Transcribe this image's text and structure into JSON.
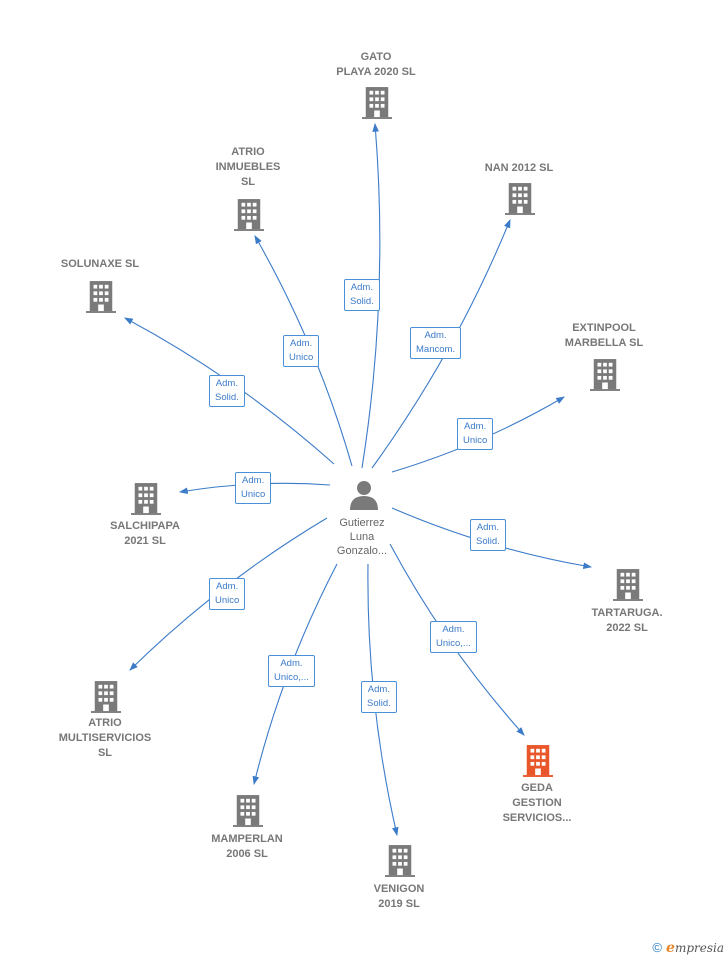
{
  "center": {
    "name": "Gutierrez\nLuna\nGonzalo...",
    "icon": "person-icon"
  },
  "companies": [
    {
      "id": "gato-playa",
      "name": "GATO\nPLAYA 2020  SL",
      "role": "Adm.\nSolid.",
      "highlight": false
    },
    {
      "id": "nan-2012",
      "name": "NAN 2012 SL",
      "role": "Adm.\nMancom.",
      "highlight": false
    },
    {
      "id": "extinpool",
      "name": "EXTINPOOL\nMARBELLA  SL",
      "role": "Adm.\nUnico",
      "highlight": false
    },
    {
      "id": "tartaruga",
      "name": "TARTARUGA.\n2022  SL",
      "role": "Adm.\nSolid.",
      "highlight": false
    },
    {
      "id": "geda",
      "name": "GEDA\nGESTION\nSERVICIOS...",
      "role": "Adm.\nUnico,...",
      "highlight": true
    },
    {
      "id": "venigon",
      "name": "VENIGON\n2019  SL",
      "role": "Adm.\nSolid.",
      "highlight": false
    },
    {
      "id": "mamperlan",
      "name": "MAMPERLAN\n2006 SL",
      "role": "Adm.\nUnico,...",
      "highlight": false
    },
    {
      "id": "atrio-multi",
      "name": "ATRIO\nMULTISERVICIOS\nSL",
      "role": "Adm.\nUnico",
      "highlight": false
    },
    {
      "id": "salchipapa",
      "name": "SALCHIPAPA\n2021  SL",
      "role": "Adm.\nUnico",
      "highlight": false
    },
    {
      "id": "solunaxe",
      "name": "SOLUNAXE  SL",
      "role": "Adm.\nSolid.",
      "highlight": false
    },
    {
      "id": "atrio-inmuebles",
      "name": "ATRIO\nINMUEBLES\nSL",
      "role": "Adm.\nUnico",
      "highlight": false
    }
  ],
  "colors": {
    "edge": "#3b7bc8",
    "building": "#7a7a7a",
    "building_highlight": "#e8562a",
    "person": "#7a7a7a"
  },
  "footer": {
    "copyright": "©",
    "brand_initial": "e",
    "brand_rest": "mpresia"
  }
}
